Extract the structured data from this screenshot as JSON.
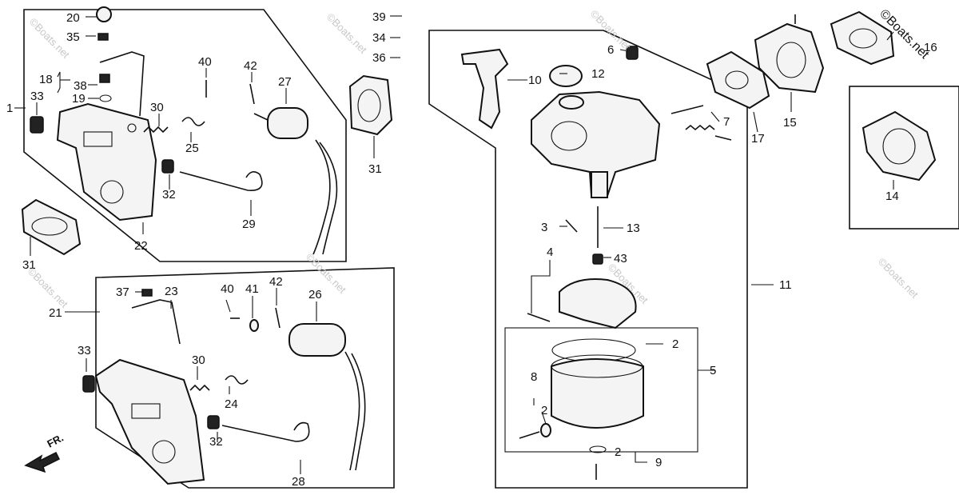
{
  "copyright": "©Boats.net",
  "watermark": "©Boats.net",
  "front_marker": "FR.",
  "callouts": [
    "1",
    "2",
    "2",
    "2",
    "3",
    "4",
    "5",
    "6",
    "7",
    "8",
    "9",
    "10",
    "11",
    "12",
    "13",
    "14",
    "15",
    "16",
    "17",
    "18",
    "19",
    "20",
    "21",
    "22",
    "23",
    "24",
    "25",
    "26",
    "27",
    "28",
    "29",
    "30",
    "30",
    "31",
    "31",
    "31",
    "32",
    "32",
    "33",
    "33",
    "34",
    "35",
    "36",
    "37",
    "38",
    "39",
    "40",
    "40",
    "41",
    "42",
    "42",
    "43"
  ]
}
